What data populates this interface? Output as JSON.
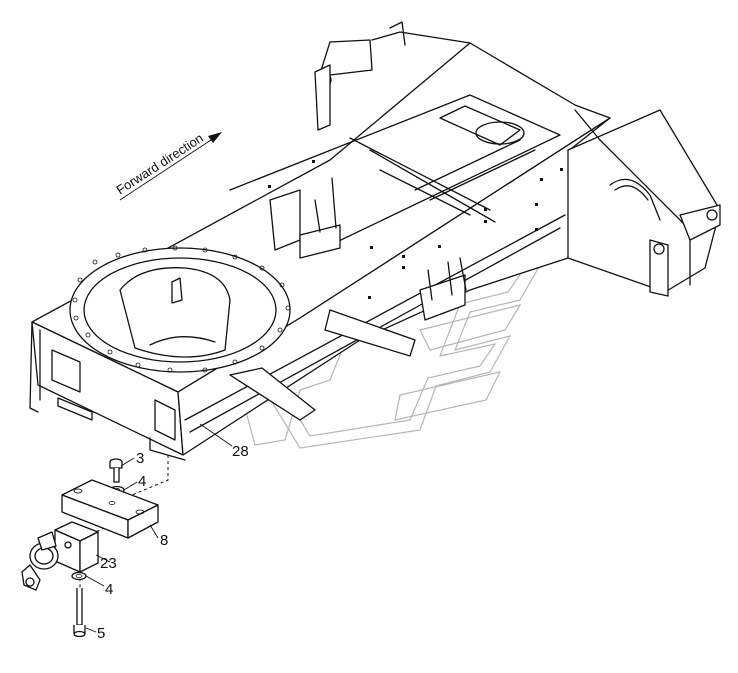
{
  "forward_direction_label": "Forward direction",
  "callouts": {
    "frame": "28",
    "bolt_top": "3",
    "washer_top": "4",
    "block": "8",
    "valve": "23",
    "washer_bottom": "4",
    "bolt_bottom": "5"
  }
}
